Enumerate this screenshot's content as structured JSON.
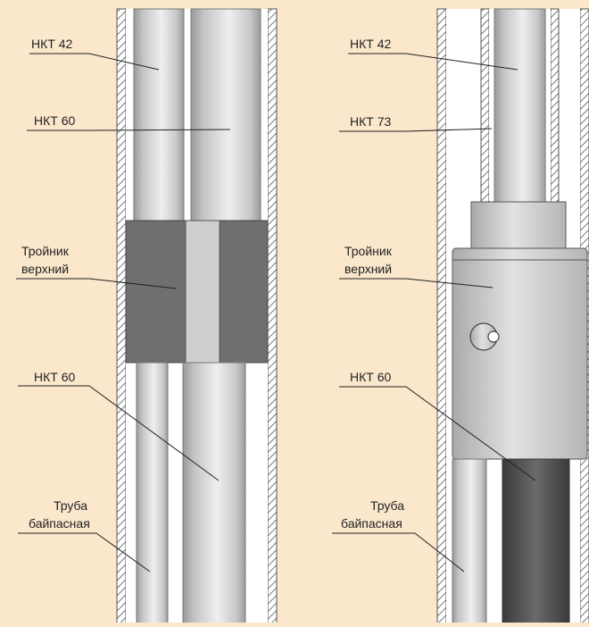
{
  "colors": {
    "background": "#fbe7cc",
    "casing_hatch": "#555555",
    "casing_inner": "#ffffff",
    "pipe_light": "#c9c9c9",
    "tee_dark": "#6f6f6f",
    "pipe_dark": "#4c4c4c"
  },
  "left_diagram": {
    "labels": {
      "nkt42": "НКТ 42",
      "nkt60_top": "НКТ 60",
      "tee_line1": "Тройник",
      "tee_line2": "верхний",
      "nkt60_bottom": "НКТ 60",
      "bypass_line1": "Труба",
      "bypass_line2": "байпасная"
    }
  },
  "right_diagram": {
    "labels": {
      "nkt42": "НКТ 42",
      "nkt73": "НКТ 73",
      "tee_line1": "Тройник",
      "tee_line2": "верхний",
      "nkt60": "НКТ 60",
      "bypass_line1": "Труба",
      "bypass_line2": "байпасная"
    }
  }
}
